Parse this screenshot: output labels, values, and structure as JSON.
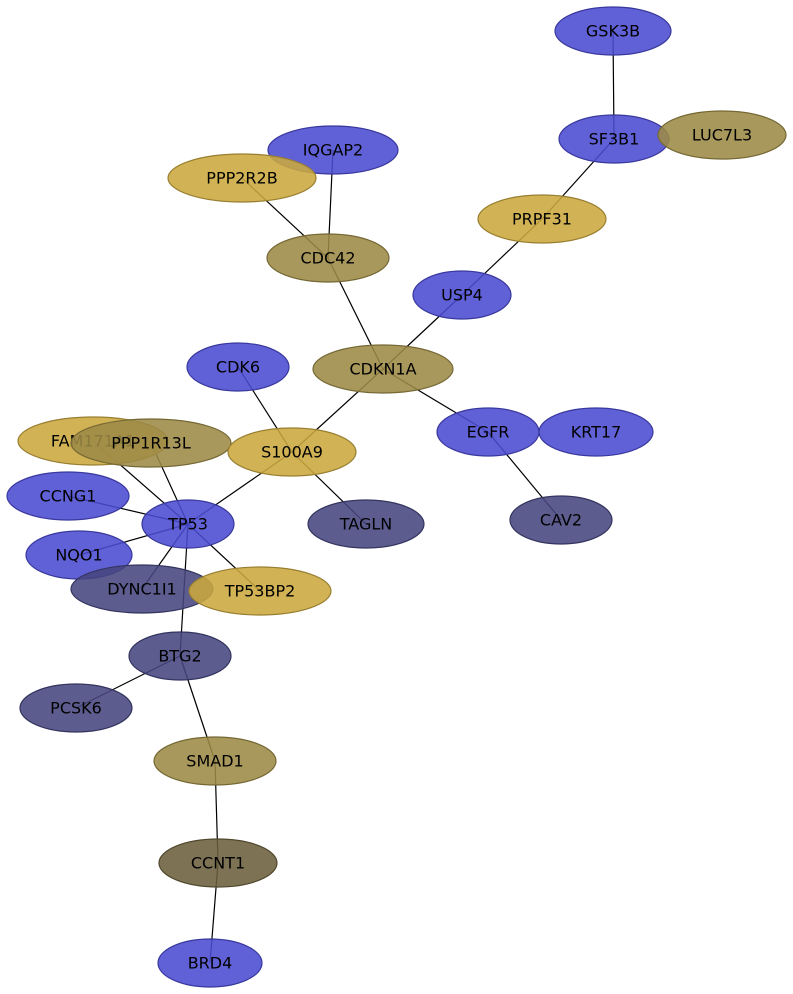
{
  "graph": {
    "palette": {
      "blue": "#4b4bd1",
      "slate": "#45457f",
      "olive": "#9c8a45",
      "gold": "#cba83f",
      "taupe": "#6b603c"
    },
    "nodes": [
      {
        "id": "GSK3B",
        "label": "GSK3B",
        "color": "blue"
      },
      {
        "id": "SF3B1",
        "label": "SF3B1",
        "color": "blue"
      },
      {
        "id": "LUC7L3",
        "label": "LUC7L3",
        "color": "olive"
      },
      {
        "id": "IQGAP2",
        "label": "IQGAP2",
        "color": "blue"
      },
      {
        "id": "PPP2R2B",
        "label": "PPP2R2B",
        "color": "gold"
      },
      {
        "id": "PRPF31",
        "label": "PRPF31",
        "color": "gold"
      },
      {
        "id": "CDC42",
        "label": "CDC42",
        "color": "olive"
      },
      {
        "id": "USP4",
        "label": "USP4",
        "color": "blue"
      },
      {
        "id": "CDK6",
        "label": "CDK6",
        "color": "blue"
      },
      {
        "id": "CDKN1A",
        "label": "CDKN1A",
        "color": "olive"
      },
      {
        "id": "FAM171A1",
        "label": "FAM171A1",
        "color": "gold"
      },
      {
        "id": "PPP1R13L",
        "label": "PPP1R13L",
        "color": "olive"
      },
      {
        "id": "S100A9",
        "label": "S100A9",
        "color": "gold"
      },
      {
        "id": "EGFR",
        "label": "EGFR",
        "color": "blue"
      },
      {
        "id": "KRT17",
        "label": "KRT17",
        "color": "blue"
      },
      {
        "id": "CCNG1",
        "label": "CCNG1",
        "color": "blue"
      },
      {
        "id": "TP53",
        "label": "TP53",
        "color": "blue"
      },
      {
        "id": "TAGLN",
        "label": "TAGLN",
        "color": "slate"
      },
      {
        "id": "CAV2",
        "label": "CAV2",
        "color": "slate"
      },
      {
        "id": "NQO1",
        "label": "NQO1",
        "color": "blue"
      },
      {
        "id": "DYNC1I1",
        "label": "DYNC1I1",
        "color": "slate"
      },
      {
        "id": "TP53BP2",
        "label": "TP53BP2",
        "color": "gold"
      },
      {
        "id": "BTG2",
        "label": "BTG2",
        "color": "slate"
      },
      {
        "id": "PCSK6",
        "label": "PCSK6",
        "color": "slate"
      },
      {
        "id": "SMAD1",
        "label": "SMAD1",
        "color": "olive"
      },
      {
        "id": "CCNT1",
        "label": "CCNT1",
        "color": "taupe"
      },
      {
        "id": "BRD4",
        "label": "BRD4",
        "color": "blue"
      }
    ],
    "edges": [
      [
        "GSK3B",
        "SF3B1"
      ],
      [
        "SF3B1",
        "PRPF31"
      ],
      [
        "PRPF31",
        "USP4"
      ],
      [
        "USP4",
        "CDKN1A"
      ],
      [
        "IQGAP2",
        "CDC42"
      ],
      [
        "PPP2R2B",
        "CDC42"
      ],
      [
        "CDC42",
        "CDKN1A"
      ],
      [
        "CDKN1A",
        "S100A9"
      ],
      [
        "CDKN1A",
        "EGFR"
      ],
      [
        "EGFR",
        "CAV2"
      ],
      [
        "CDK6",
        "S100A9"
      ],
      [
        "S100A9",
        "TAGLN"
      ],
      [
        "S100A9",
        "TP53"
      ],
      [
        "FAM171A1",
        "TP53"
      ],
      [
        "PPP1R13L",
        "TP53"
      ],
      [
        "CCNG1",
        "TP53"
      ],
      [
        "NQO1",
        "TP53"
      ],
      [
        "DYNC1I1",
        "TP53"
      ],
      [
        "TP53BP2",
        "TP53"
      ],
      [
        "TP53",
        "BTG2"
      ],
      [
        "BTG2",
        "PCSK6"
      ],
      [
        "BTG2",
        "SMAD1"
      ],
      [
        "SMAD1",
        "CCNT1"
      ],
      [
        "CCNT1",
        "BRD4"
      ]
    ]
  }
}
